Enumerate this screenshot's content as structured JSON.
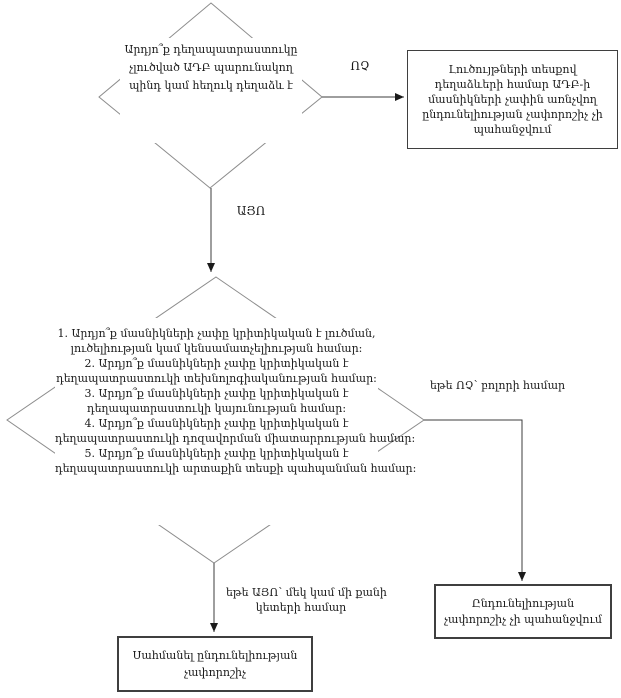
{
  "flowchart": {
    "decision1": {
      "lines": [
        "Արդյո՞ք դեղապատրաստուկը",
        "չլուծված ԱԴԲ պարունակող",
        "պինդ կամ հեղուկ դեղաձև է"
      ]
    },
    "labels": {
      "no": "ՈՉ",
      "yes": "ԱՅՈ",
      "if_no": "եթե ՈՉ՝ բոլորի համար",
      "if_yes_line1": "եթե ԱՅՈ՝ մեկ կամ մի քանի",
      "if_yes_line2": "կետերի համար"
    },
    "box_solutions": {
      "lines": [
        "Լուծույթների տեսքով",
        "դեղաձևերի համար ԱԴԲ-ի",
        "մասնիկների չափին առնչվող",
        "ընդունելիության չափորոշիչ չի",
        "պահանջվում"
      ]
    },
    "decision2": {
      "questions": [
        {
          "line1": "1. Արդյո՞ք մասնիկների չափը կրիտիկական է լուծման,",
          "line2": "լուծելիության կամ կենսամատչելիության համար:"
        },
        {
          "line1": "2. Արդյո՞ք մասնիկների չափը կրիտիկական է",
          "line2": "դեղապատրաստուկի տեխնոլոգիականության համար:"
        },
        {
          "line1": "3. Արդյո՞ք մասնիկների չափը կրիտիկական է",
          "line2": "դեղապատրաստուկի կայունության համար:"
        },
        {
          "line1": "4. Արդյո՞ք մասնիկների չափը կրիտիկական է",
          "line2": "դեղապատրաստուկի դոզավորման միատարրության համար:"
        },
        {
          "line1": "5. Արդյո՞ք մասնիկների չափը կրիտիկական է",
          "line2": "դեղապատրաստուկի արտաքին տեսքի պահպանման համար:"
        }
      ]
    },
    "box_no_criterion": {
      "lines": [
        "Ընդունելիության",
        "չափորոշիչ չի պահանջվում"
      ]
    },
    "box_set_criterion": {
      "lines": [
        "Սահմանել ընդունելիության",
        "չափորոշիչ"
      ]
    }
  },
  "colors": {
    "background": "#ffffff",
    "text": "#1a1a1a",
    "diamond_outline": "#8c8c8c",
    "arrow": "#3c3c3c",
    "box_border": "#3f3f3f"
  }
}
